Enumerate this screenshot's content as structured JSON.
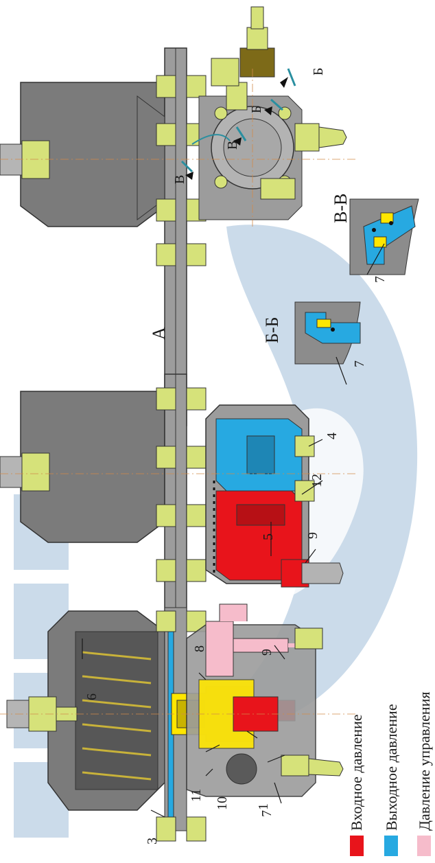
{
  "view_labels": {
    "view_a": "А",
    "section_bb": "Б-Б",
    "section_vv": "В-В",
    "cut_b": "Б",
    "cut_v": "В"
  },
  "part_numbers": [
    "1",
    "3",
    "4",
    "5",
    "6",
    "7",
    "8",
    "9",
    "10",
    "11",
    "12"
  ],
  "legend": [
    {
      "label": "Входное давление",
      "color": "#e8141b"
    },
    {
      "label": "Выходное давление",
      "color": "#27a9e1"
    },
    {
      "label": "Давление управления",
      "color": "#f6bccb"
    }
  ],
  "colors": {
    "body_gray": "#7b7b7b",
    "body_light": "#9c9c9c",
    "dark_gray": "#4d4d4d",
    "bolt_green": "#d6e27a",
    "brass": "#7d6a18",
    "yellow": "#ffe600",
    "watermark": "#2f6fa8"
  }
}
